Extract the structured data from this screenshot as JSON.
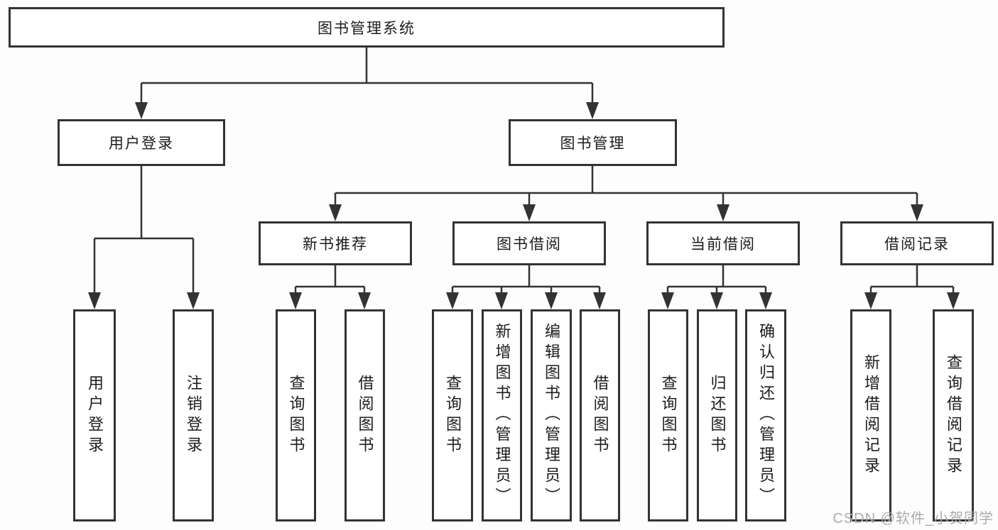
{
  "tree": {
    "root": {
      "label": "图书管理系统"
    },
    "branches": [
      {
        "label": "用户登录",
        "children": [
          {
            "label": "用户登录"
          },
          {
            "label": "注销登录"
          }
        ]
      },
      {
        "label": "图书管理",
        "children": [
          {
            "label": "新书推荐",
            "children": [
              {
                "label": "查询图书"
              },
              {
                "label": "借阅图书"
              }
            ]
          },
          {
            "label": "图书借阅",
            "children": [
              {
                "label": "查询图书"
              },
              {
                "label": "新增图书（管理员）"
              },
              {
                "label": "编辑图书（管理员）"
              },
              {
                "label": "借阅图书"
              }
            ]
          },
          {
            "label": "当前借阅",
            "children": [
              {
                "label": "查询图书"
              },
              {
                "label": "归还图书"
              },
              {
                "label": "确认归还（管理员）"
              }
            ]
          },
          {
            "label": "借阅记录",
            "children": [
              {
                "label": "新增借阅记录"
              },
              {
                "label": "查询借阅记录"
              }
            ]
          }
        ]
      }
    ]
  },
  "watermark": {
    "text": "CSDN @软件_小贺同学"
  },
  "colors": {
    "line": "#333333",
    "box_border": "#333333",
    "box_fill": "#ffffff",
    "text": "#1c1c1c",
    "watermark": "#ababab",
    "background": "#fdfdfd"
  }
}
